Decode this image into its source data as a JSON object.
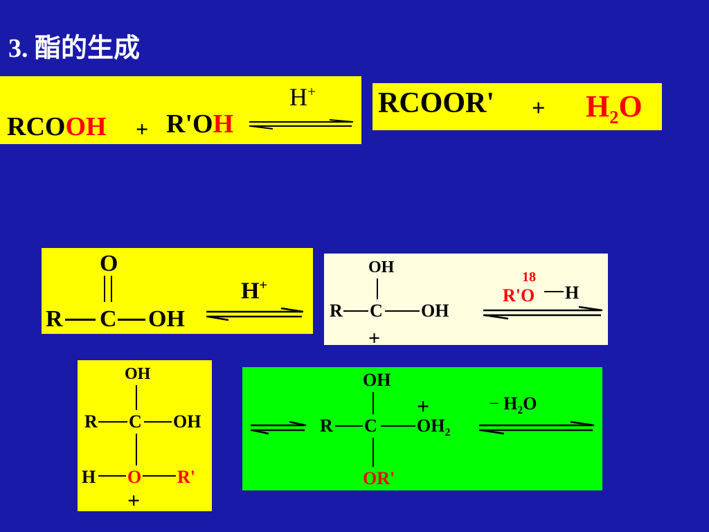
{
  "title": "3.  酯的生成",
  "eq": {
    "rcooh_black": "RCO",
    "rcooh_red": "OH",
    "plus1": "+",
    "roh_black": "R'O",
    "roh_red": "H",
    "catalyst": "H",
    "catalyst_sup": "+",
    "product": "RCOOR'",
    "plus2": "+",
    "water_h": "H",
    "water_sub": "2",
    "water_o": "O"
  },
  "step1": {
    "o": "O",
    "r": "R",
    "c": "C",
    "oh": "OH",
    "catalyst": "H",
    "catalyst_sup": "+"
  },
  "step2": {
    "oh_top": "OH",
    "r": "R",
    "c": "C",
    "oh": "OH",
    "plus": "+",
    "isotope": "18",
    "ro": "R'O",
    "h": "H"
  },
  "step3": {
    "oh_top": "OH",
    "r": "R",
    "c": "C",
    "oh": "OH",
    "h": "H",
    "o": "O",
    "r_prime": "R'",
    "plus": "+"
  },
  "step4": {
    "oh_top": "OH",
    "r": "R",
    "c": "C",
    "oh2": "OH",
    "oh2_sub": "2",
    "plus": "+",
    "or": "OR'",
    "minus": "−",
    "water_h": "H",
    "water_sub": "2",
    "water_o": "O"
  }
}
